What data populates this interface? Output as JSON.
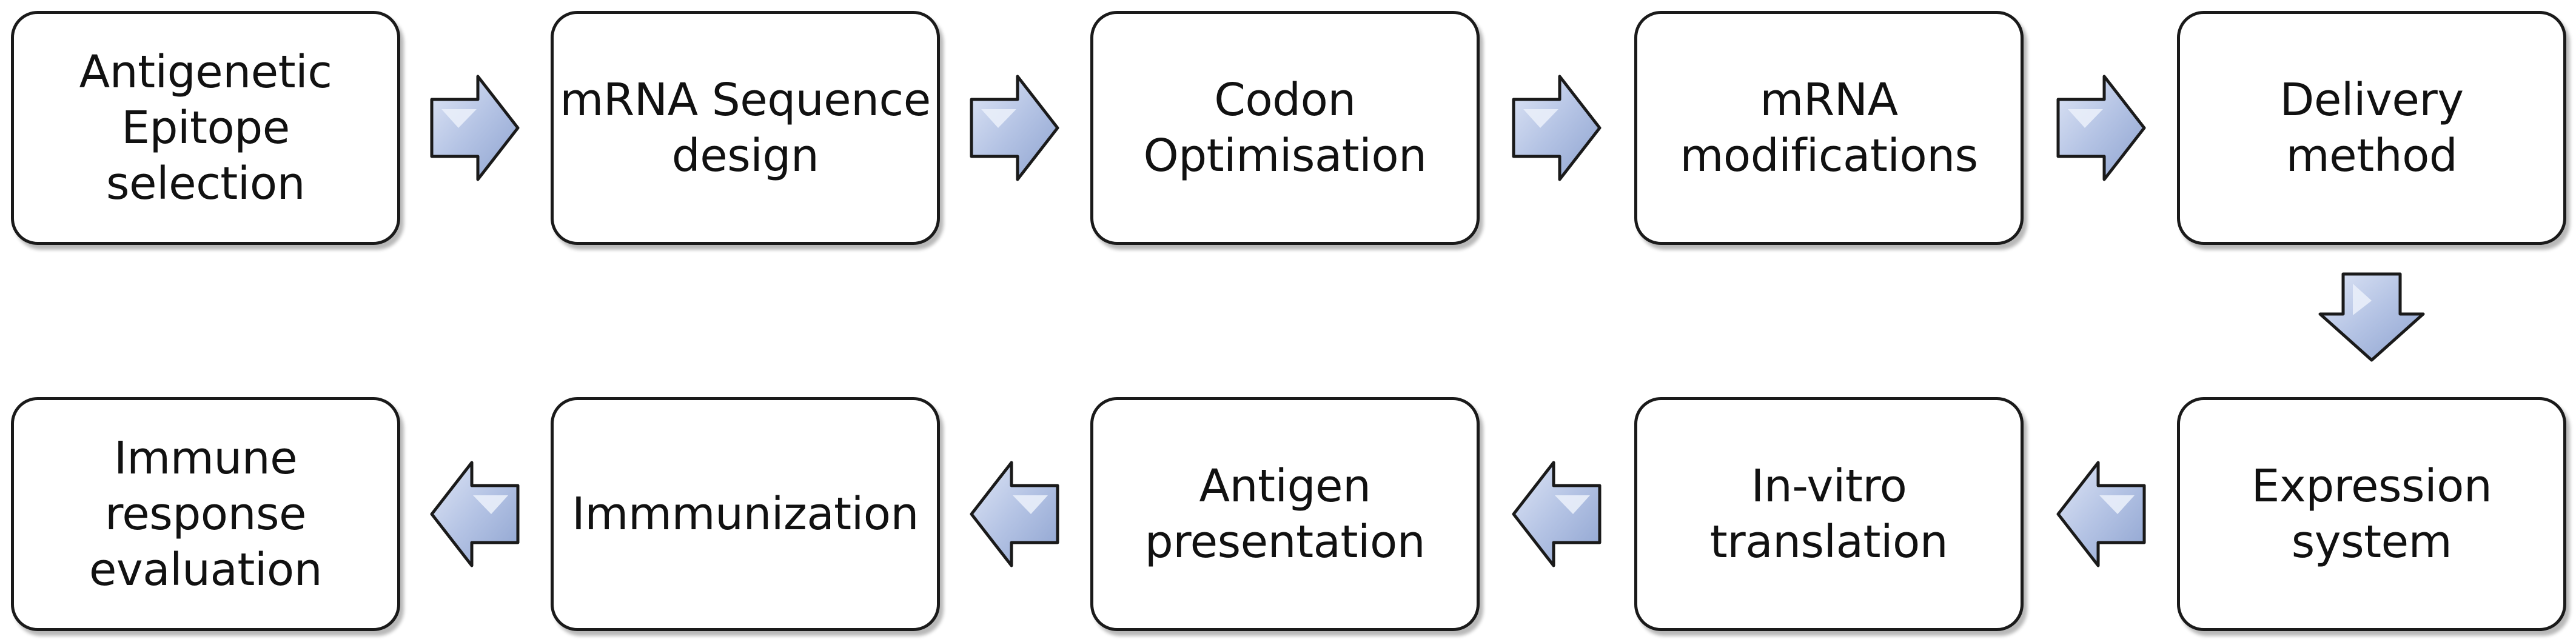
{
  "steps": [
    {
      "label": "Antigenetic\nEpitope\nselection"
    },
    {
      "label": "mRNA Sequence\ndesign"
    },
    {
      "label": "Codon\nOptimisation"
    },
    {
      "label": "mRNA\nmodifications"
    },
    {
      "label": "Delivery\nmethod"
    },
    {
      "label": "Expression\nsystem"
    },
    {
      "label": "In-vitro\ntranslation"
    },
    {
      "label": "Antigen\npresentation"
    },
    {
      "label": "Immmunization"
    },
    {
      "label": "Immune\nresponse\nevaluation"
    }
  ],
  "colors": {
    "box_border": "#1a1a1a",
    "arrow_fill": "#b9c7e6",
    "arrow_stroke": "#1a1a1a"
  }
}
